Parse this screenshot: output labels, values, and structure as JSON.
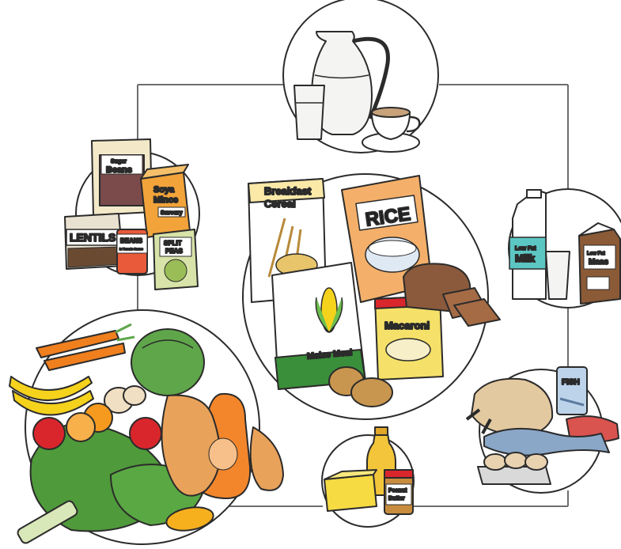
{
  "groups": {
    "dairy_top": {
      "icons": [
        "jug-icon",
        "glass-icon",
        "coffee-cup-icon"
      ]
    },
    "legumes": {
      "items": {
        "sugar_beans": {
          "line1": "Sugar",
          "line2": "Beans"
        },
        "soya_mince": {
          "line1": "Soya",
          "line2": "Mince",
          "line3": "Savoury"
        },
        "lentils": "LENTILS",
        "beans": {
          "line1": "BEANS",
          "line2": "in Tomato Sauce"
        },
        "split_peas": {
          "line1": "SPLIT",
          "line2": "PEAS"
        }
      }
    },
    "starches": {
      "items": {
        "cereal": {
          "line1": "Breakfast",
          "line2": "Cereal"
        },
        "rice": "RICE",
        "maize_meal": "Maize Meal",
        "macaroni": "Macaroni"
      }
    },
    "milk": {
      "items": {
        "milk_jug": {
          "line1": "Low Fat",
          "line2": "Milk"
        },
        "maas": {
          "line1": "Low Fat",
          "line2": "Maas"
        }
      }
    },
    "fruit_veg": {
      "icons": [
        "carrot-icon",
        "cabbage-icon",
        "banana-icon",
        "onion-icon",
        "orange-icon",
        "apple-icon",
        "butternut-icon",
        "spinach-icon",
        "mango-icon"
      ]
    },
    "protein": {
      "items": {
        "fish_can": "FISH"
      },
      "icons": [
        "chicken-icon",
        "fish-icon",
        "steak-icon",
        "eggs-icon"
      ]
    },
    "fats": {
      "items": {
        "peanut_butter": {
          "line1": "Peanut",
          "line2": "Butter"
        }
      },
      "icons": [
        "oil-bottle-icon",
        "margarine-icon"
      ]
    }
  },
  "colors": {
    "outline": "#2b2b2b",
    "frame": "#6d6d6d",
    "red_label": "#c0392b",
    "carrot": "#f07f1e",
    "cabbage": "#5fa64a",
    "banana": "#f5d21c",
    "butternut": "#e9a25a",
    "butternut_flesh": "#f3862b",
    "apple": "#d9262c",
    "orange": "#f59a1e",
    "milk_teal": "#5cc6c3",
    "maas_brown": "#8b5a36",
    "fish_blue": "#8aa7c8",
    "chicken": "#e3c9a0",
    "steak": "#d9534f",
    "eggs": "#e8d2b0",
    "oil": "#f2c53a",
    "margarine": "#f6db42",
    "peanut": "#c78c3e",
    "maize_green": "#3a8f3a",
    "macaroni_yellow": "#f5e169",
    "rice_orange": "#f4b06a",
    "bread": "#8b5a3c",
    "potato": "#c9964f"
  }
}
